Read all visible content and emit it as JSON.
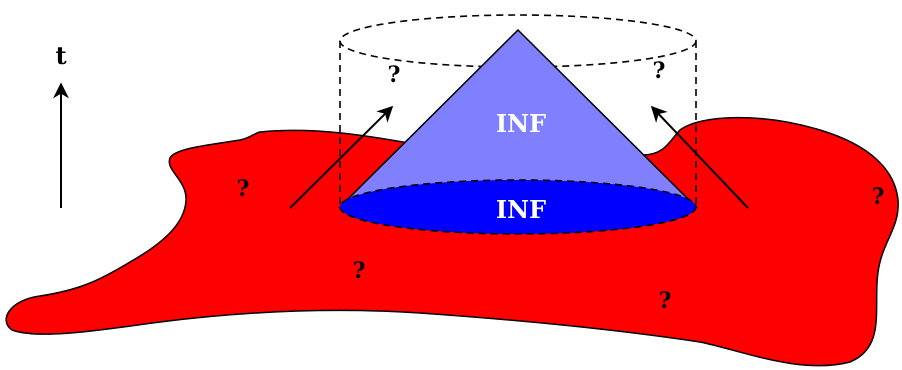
{
  "axis": {
    "label": "t"
  },
  "cone": {
    "label": "INF"
  },
  "base": {
    "label": "INF"
  },
  "marks": {
    "region_left": "?",
    "region_center": "?",
    "region_bottom_right": "?",
    "region_far_right": "?",
    "cylinder_left": "?",
    "cylinder_right": "?"
  },
  "colors": {
    "region": "#ff0000",
    "cone": "#8080ff",
    "base": "#0000ff"
  }
}
